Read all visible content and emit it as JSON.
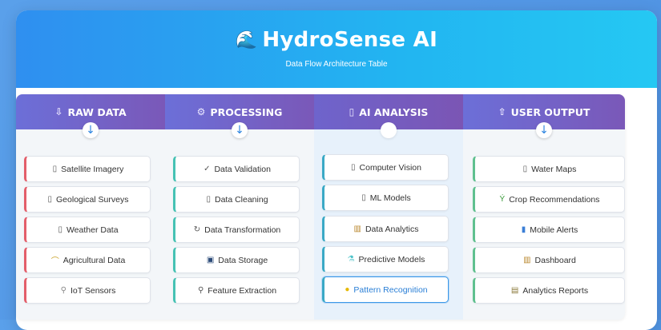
{
  "header": {
    "title": "HydroSense AI",
    "subtitle": "Data Flow Architecture Table",
    "icon": "wave-icon"
  },
  "columns": [
    {
      "title": "RAW DATA",
      "icon": "download-icon",
      "accent": "#e35e6a",
      "items": [
        {
          "label": "Satellite Imagery",
          "icon": "satellite-icon"
        },
        {
          "label": "Geological Surveys",
          "icon": "mountain-icon"
        },
        {
          "label": "Weather Data",
          "icon": "cloud-icon"
        },
        {
          "label": "Agricultural Data",
          "icon": "leaf-icon"
        },
        {
          "label": "IoT Sensors",
          "icon": "sensor-icon"
        }
      ]
    },
    {
      "title": "PROCESSING",
      "icon": "gear-icon",
      "accent": "#45c2b4",
      "items": [
        {
          "label": "Data Validation",
          "icon": "check-icon"
        },
        {
          "label": "Data Cleaning",
          "icon": "broom-icon"
        },
        {
          "label": "Data Transformation",
          "icon": "cycle-icon"
        },
        {
          "label": "Data Storage",
          "icon": "disk-icon"
        },
        {
          "label": "Feature Extraction",
          "icon": "magnifier-icon"
        }
      ]
    },
    {
      "title": "AI ANALYSIS",
      "icon": "brain-icon",
      "accent": "#3aa9c6",
      "items": [
        {
          "label": "Computer Vision",
          "icon": "eye-icon"
        },
        {
          "label": "ML Models",
          "icon": "robot-icon"
        },
        {
          "label": "Data Analytics",
          "icon": "chart-icon"
        },
        {
          "label": "Predictive Models",
          "icon": "flask-icon"
        },
        {
          "label": "Pattern Recognition",
          "icon": "bulb-icon",
          "highlight": true
        }
      ]
    },
    {
      "title": "USER OUTPUT",
      "icon": "upload-icon",
      "accent": "#5fc08f",
      "items": [
        {
          "label": "Water Maps",
          "icon": "map-icon"
        },
        {
          "label": "Crop Recommendations",
          "icon": "sprout-icon"
        },
        {
          "label": "Mobile Alerts",
          "icon": "phone-icon"
        },
        {
          "label": "Dashboard",
          "icon": "bar-chart-icon"
        },
        {
          "label": "Analytics Reports",
          "icon": "trend-icon"
        }
      ]
    }
  ],
  "arrow_icon": "arrow-down-icon"
}
